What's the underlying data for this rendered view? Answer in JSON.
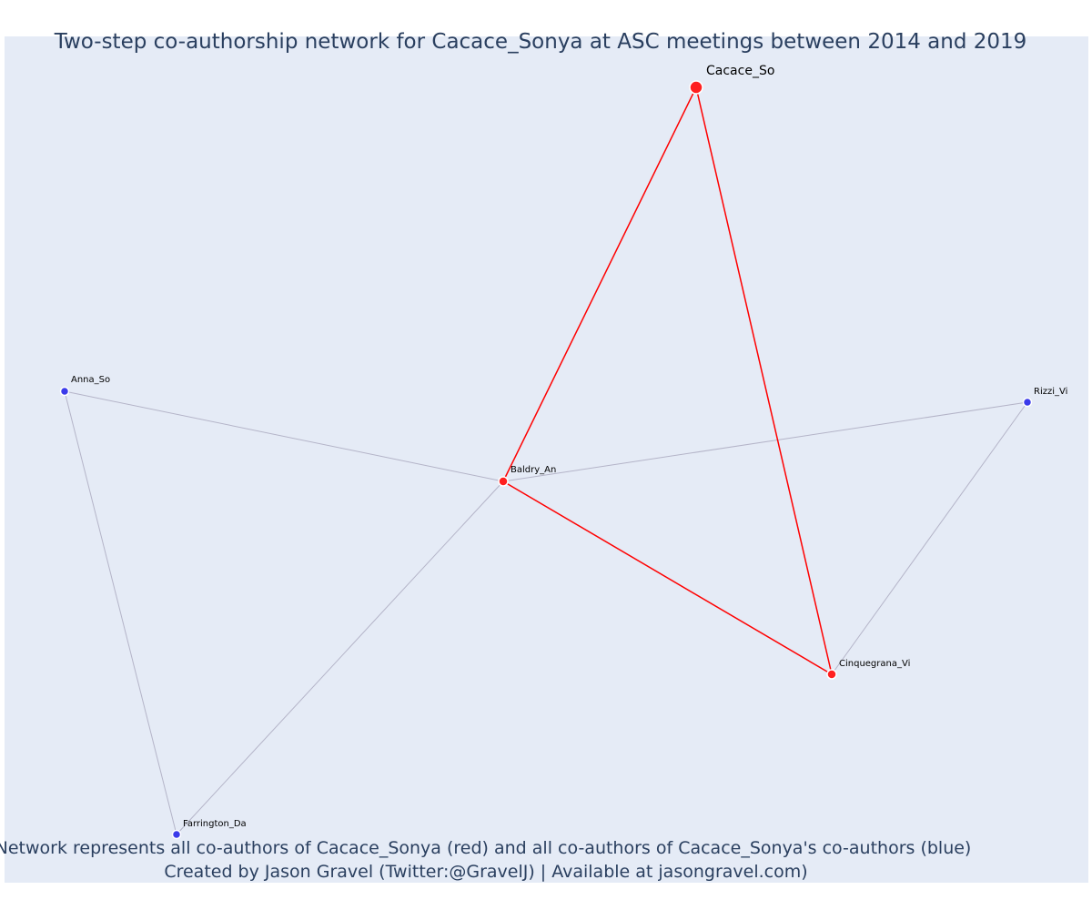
{
  "title": "Two-step co-authorship network for Cacace_Sonya at ASC meetings between 2014 and 2019",
  "footnote": {
    "line1": "Network represents all co-authors of Cacace_Sonya (red) and all co-authors of Cacace_Sonya's co-authors (blue)",
    "line2": "Created by Jason Gravel (Twitter:@GravelJ) | Available at jasongravel.com)"
  },
  "colors": {
    "background": "#e5ebf6",
    "direct": "#ff2020",
    "indirect": "#3b3bea",
    "direct_edge": "#ff0000",
    "indirect_edge": "#b4b4c8",
    "text": "#2a3f5f"
  },
  "nodes": [
    {
      "id": "cacace",
      "label": "Cacace_So",
      "group": "focal"
    },
    {
      "id": "baldry",
      "label": "Baldry_An",
      "group": "direct"
    },
    {
      "id": "cinquegrana",
      "label": "Cinquegrana_Vi",
      "group": "direct"
    },
    {
      "id": "anna",
      "label": "Anna_So",
      "group": "indirect"
    },
    {
      "id": "rizzi",
      "label": "Rizzi_Vi",
      "group": "indirect"
    },
    {
      "id": "farrington",
      "label": "Farrington_Da",
      "group": "indirect"
    }
  ],
  "edges": [
    {
      "source": "cacace",
      "target": "baldry",
      "type": "direct"
    },
    {
      "source": "cacace",
      "target": "cinquegrana",
      "type": "direct"
    },
    {
      "source": "baldry",
      "target": "cinquegrana",
      "type": "direct"
    },
    {
      "source": "anna",
      "target": "baldry",
      "type": "indirect"
    },
    {
      "source": "anna",
      "target": "farrington",
      "type": "indirect"
    },
    {
      "source": "baldry",
      "target": "rizzi",
      "type": "indirect"
    },
    {
      "source": "baldry",
      "target": "farrington",
      "type": "indirect"
    },
    {
      "source": "rizzi",
      "target": "cinquegrana",
      "type": "indirect"
    }
  ]
}
